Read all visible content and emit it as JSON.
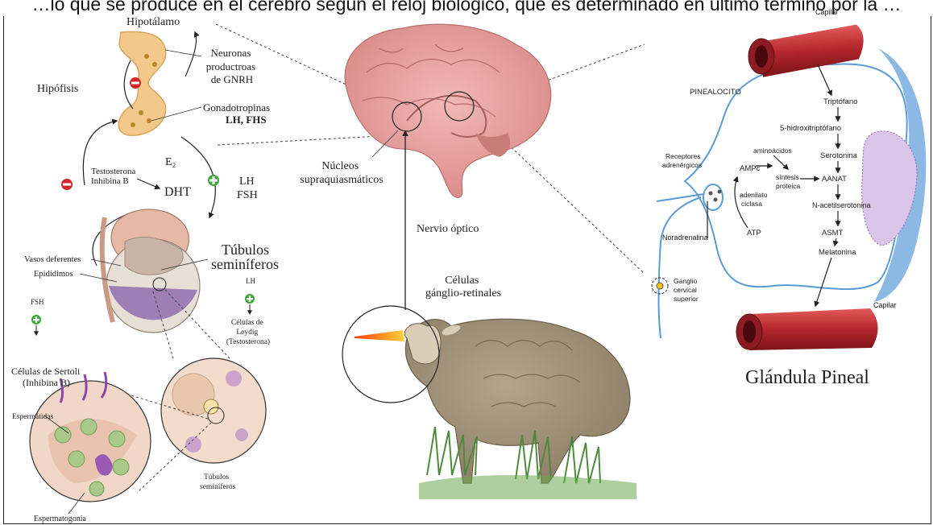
{
  "top_caption": "…lo que se produce en el cerebro según el reloj biológico, que es determinado en último término por la …",
  "left_panel": {
    "hipotalamo": "Hipotálamo",
    "hipofisis": "Hipófisis",
    "neuronas": [
      "Neuronas",
      "productroas",
      "de GNRH"
    ],
    "gonadotropinas": "Gonadotropinas",
    "lh_fhs": "LH, FHS",
    "e2": "E₂",
    "testosterona": "Testosterona",
    "inhibina": "Inhibina B",
    "dht": "DHT",
    "lh": "LH",
    "fsh": "FSH",
    "tubulos": [
      "Túbulos",
      "seminíferos"
    ],
    "vasos": "Vasos deferentes",
    "epididimos": "Epidídimos",
    "lh_small": "LH",
    "fsh_small": "FSH",
    "leydig": [
      "Células de",
      "Leydig",
      "(Testosterona)"
    ],
    "sertoli": [
      "Células de Sertoli",
      "(Inhibina B)"
    ],
    "espermatidas": "Espermátidas",
    "tubulos_small": [
      "Túbulos",
      "seminíferos"
    ],
    "espermatogonia": "Espermatogonia"
  },
  "center_panel": {
    "nucleos": [
      "Núcleos",
      "supraquiasmáticos"
    ],
    "nervio": "Nervio óptico",
    "celulas": [
      "Células",
      "gánglio-retinales"
    ]
  },
  "right_panel": {
    "capilar_top": "Capilar",
    "capilar_bottom": "Capilar",
    "pinealocito": "PINEALOCITO",
    "triptofano": "Triptófano",
    "hidroxi": "5-hidroxitriptófano",
    "serotonina": "Serotonina",
    "aminoacidos": "aminoácidos",
    "sintesis": [
      "síntesis",
      "proteica"
    ],
    "aanat": "AANAT",
    "receptores": [
      "Receptores",
      "adrenérgicos"
    ],
    "ampc": "AMPc",
    "adenilato": [
      "adenilato",
      "ciclasa"
    ],
    "nacetil": "N-acetilserotonina",
    "asmt": "ASMT",
    "noradrenalina": "Noradrenalina",
    "atp": "ATP",
    "melatonina": "Melatonina",
    "ganglio": [
      "Ganglio",
      "cervical",
      "superior"
    ],
    "title": "Glándula Pineal"
  }
}
